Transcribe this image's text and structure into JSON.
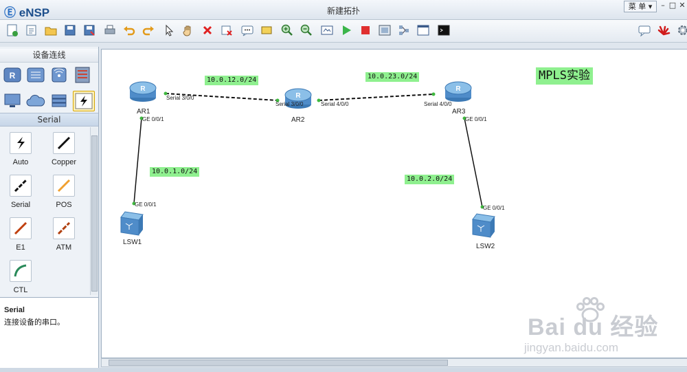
{
  "app": {
    "logo": "eNSP",
    "window_title": "新建拓扑",
    "menu_label": "菜 单"
  },
  "toolbar": {
    "icons": [
      "new-topology-icon",
      "new-example-icon",
      "open-icon",
      "save-icon",
      "save-as-icon",
      "print-icon",
      "undo-icon",
      "redo-icon",
      "select-pointer-icon",
      "pan-hand-icon",
      "delete-icon",
      "delete-link-icon",
      "text-note-icon",
      "rectangle-icon",
      "zoom-in-icon",
      "zoom-out-icon",
      "fit-view-icon",
      "start-device-icon",
      "stop-device-icon",
      "capture-icon",
      "topology-icon",
      "display-grid-icon",
      "cli-icon"
    ],
    "right_icons": [
      "chat-icon",
      "huawei-logo-icon",
      "settings-icon"
    ]
  },
  "device_panel": {
    "title": "设备连线",
    "categories": [
      "router-icon",
      "switch-icon",
      "wlan-icon",
      "firewall-icon",
      "pc-icon",
      "cloud-icon",
      "other-device-icon",
      "connection-icon"
    ],
    "selected_category": "connection-icon",
    "subtitle": "Serial",
    "cables": [
      {
        "label": "Auto",
        "icon": "auto-cable-icon",
        "color": "#111111"
      },
      {
        "label": "Copper",
        "icon": "copper-cable-icon",
        "color": "#111111"
      },
      {
        "label": "Serial",
        "icon": "serial-cable-icon",
        "color": "#111111"
      },
      {
        "label": "POS",
        "icon": "pos-cable-icon",
        "color": "#f0a030"
      },
      {
        "label": "E1",
        "icon": "e1-cable-icon",
        "color": "#c0400f"
      },
      {
        "label": "ATM",
        "icon": "atm-cable-icon",
        "color": "#b04010"
      },
      {
        "label": "CTL",
        "icon": "ctl-cable-icon",
        "color": "#2a8a5a"
      }
    ],
    "desc_title": "Serial",
    "desc_text": "连接设备的串口。"
  },
  "topology": {
    "title": "MPLS实验",
    "nodes": [
      {
        "id": "AR1",
        "type": "router"
      },
      {
        "id": "AR2",
        "type": "router"
      },
      {
        "id": "AR3",
        "type": "router"
      },
      {
        "id": "LSW1",
        "type": "switch"
      },
      {
        "id": "LSW2",
        "type": "switch"
      }
    ],
    "ports": [
      "Serial 3/0/0",
      "Serial 3/0/0",
      "Serial 4/0/0",
      "Serial 4/0/0",
      "GE 0/0/1",
      "GE 0/0/1",
      "GE 0/0/1",
      "GE 0/0/1"
    ],
    "subnets": [
      "10.0.12.0/24",
      "10.0.23.0/24",
      "10.0.1.0/24",
      "10.0.2.0/24"
    ]
  },
  "watermark": {
    "brand": "Bai du 经验",
    "url": "jingyan.baidu.com"
  }
}
